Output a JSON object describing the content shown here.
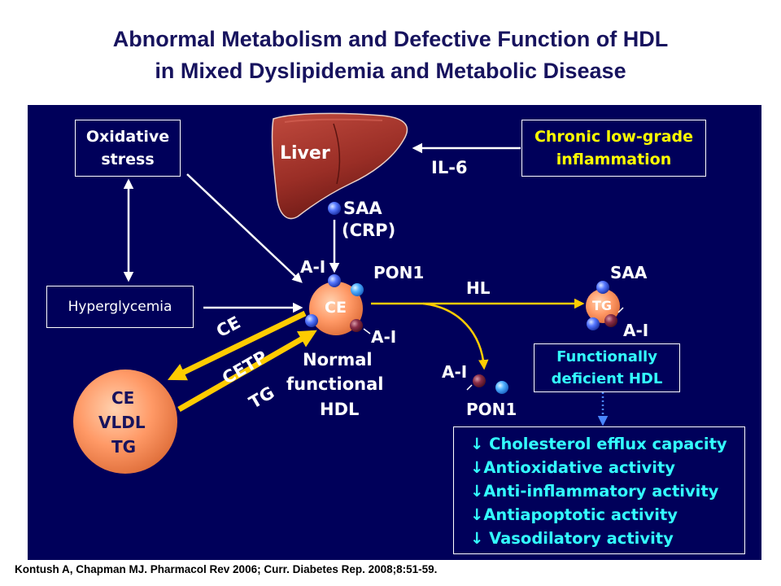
{
  "title": {
    "line1": "Abnormal Metabolism and Defective Function of HDL",
    "line2": "in Mixed Dyslipidemia and Metabolic Disease"
  },
  "boxes": {
    "oxidative_line1": "Oxidative",
    "oxidative_line2": "stress",
    "inflammation_line1": "Chronic low-grade",
    "inflammation_line2": "inflammation",
    "hyperglycemia": "Hyperglycemia",
    "deficient_line1": "Functionally",
    "deficient_line2": "deficient HDL"
  },
  "labels": {
    "liver": "Liver",
    "il6": "IL-6",
    "saa_crp_line1": "SAA",
    "saa_crp_line2": "(CRP)",
    "ai_top": "A-I",
    "pon1_top": "PON1",
    "ce_particle": "CE",
    "ai_bottom": "A-I",
    "normal_line1": "Normal",
    "normal_line2": "functional",
    "normal_line3": "HDL",
    "hl": "HL",
    "ce_arrow": "CE",
    "cetp": "CETP",
    "tg_arrow": "TG",
    "vldl_line1": "CE",
    "vldl_line2": "VLDL",
    "vldl_line3": "TG",
    "saa_right": "SAA",
    "tg_particle": "TG",
    "ai_right": "A-I",
    "ai_free": "A-I",
    "pon1_free": "PON1"
  },
  "effects": [
    "↓ Cholesterol efflux capacity",
    "↓Antioxidative activity",
    "↓Anti-inflammatory activity",
    "↓Antiapoptotic activity",
    "↓ Vasodilatory activity"
  ],
  "citation": "Kontush A, Chapman MJ. Pharmacol Rev 2006; Curr. Diabetes Rep. 2008;8:51-59.",
  "colors": {
    "panel": "#00005a",
    "title": "#17135e",
    "yellow_label": "#ffff00",
    "cyan_label": "#33ffff",
    "arrow_yellow": "#ffcc00",
    "particle": "#ff9966"
  }
}
